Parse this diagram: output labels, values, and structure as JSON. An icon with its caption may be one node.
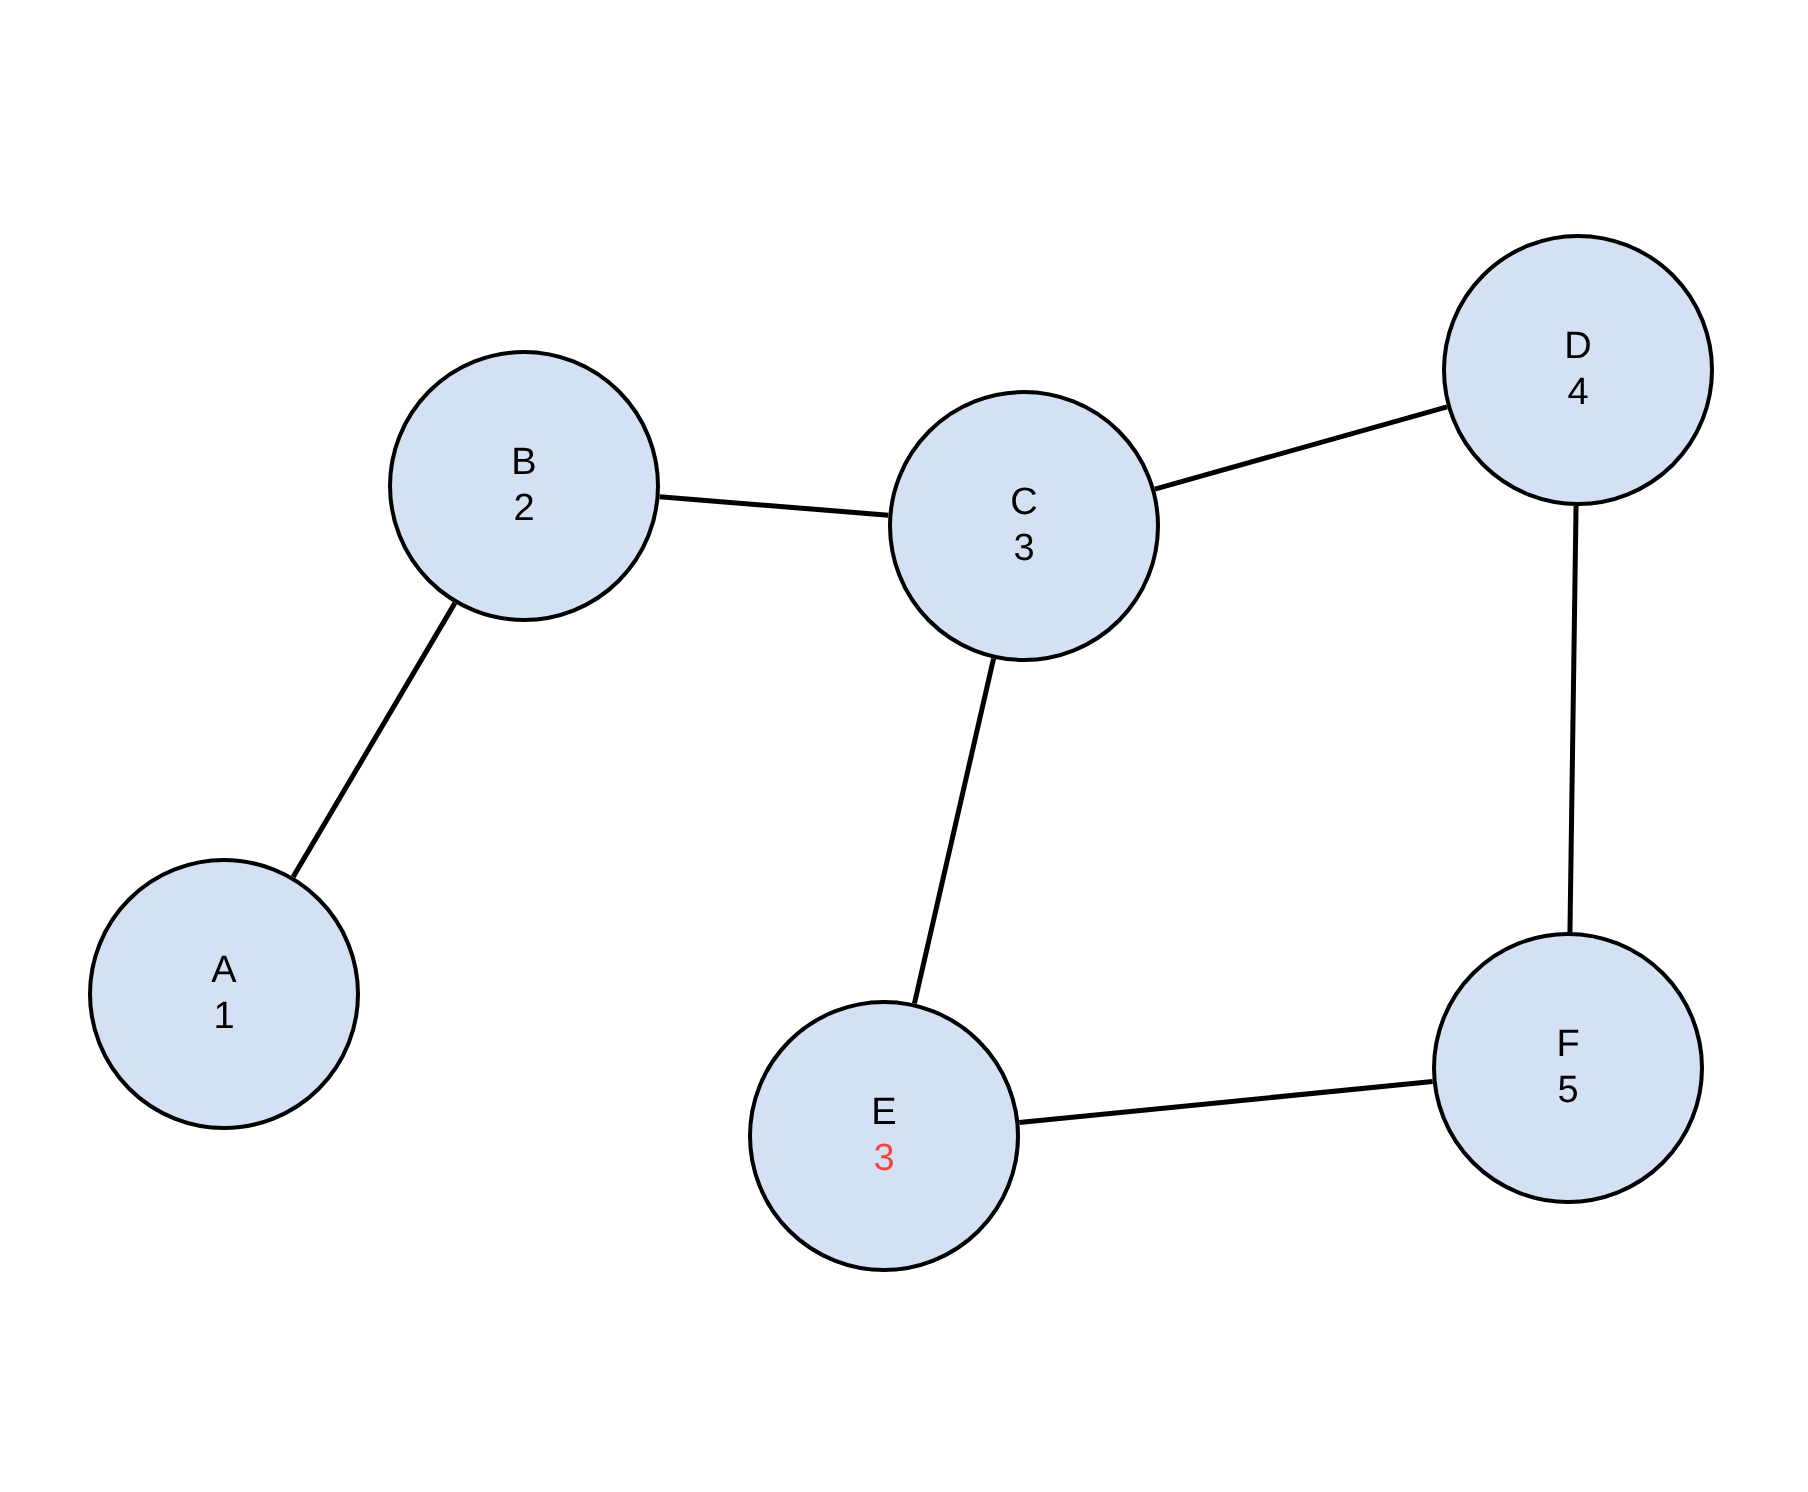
{
  "diagram": {
    "nodes": [
      {
        "text": [
          "B",
          "2"
        ]
      },
      {
        "text": [
          "C",
          "3"
        ]
      },
      {
        "text": [
          "D",
          "4"
        ]
      },
      {
        "text": [
          "A",
          "1"
        ]
      },
      {
        "text": [
          "E",
          "3"
        ]
      },
      {
        "text": [
          "F",
          "5"
        ]
      }
    ],
    "edges": [
      {
        "from": 3,
        "to": 0,
        "arrow": "none"
      },
      {
        "from": 0,
        "to": 1,
        "arrow": "none"
      },
      {
        "from": 1,
        "to": 2,
        "arrow": "none"
      },
      {
        "from": 1,
        "to": 4,
        "arrow": "none"
      },
      {
        "from": 2,
        "to": 5,
        "arrow": "none"
      },
      {
        "from": 4,
        "to": 5,
        "arrow": "none"
      }
    ]
  }
}
